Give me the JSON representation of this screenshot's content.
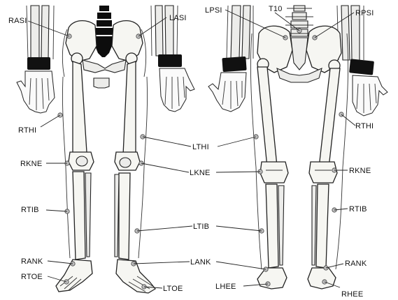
{
  "labels": {
    "RASI": "RASI",
    "LASI": "LASI",
    "LPSI": "LPSI",
    "T10": "T10",
    "RPSI": "RPSI",
    "RTHI_front": "RTHI",
    "RTHI_back": "RTHI",
    "LTHI": "LTHI",
    "RKNE_front": "RKNE",
    "LKNE": "LKNE",
    "RKNE_back": "RKNE",
    "RTIB_front": "RTIB",
    "LTIB": "LTIB",
    "RTIB_back": "RTIB",
    "RANK_front": "RANK",
    "LANK": "LANK",
    "RANK_back": "RANK",
    "RTOE": "RTOE",
    "LTOE": "LTOE",
    "LHEE": "LHEE",
    "RHEE": "RHEE"
  },
  "colors": {
    "line": "#222222",
    "marker": "#bdbdbd",
    "band": "#111111",
    "bone": "#f6f6f2"
  }
}
